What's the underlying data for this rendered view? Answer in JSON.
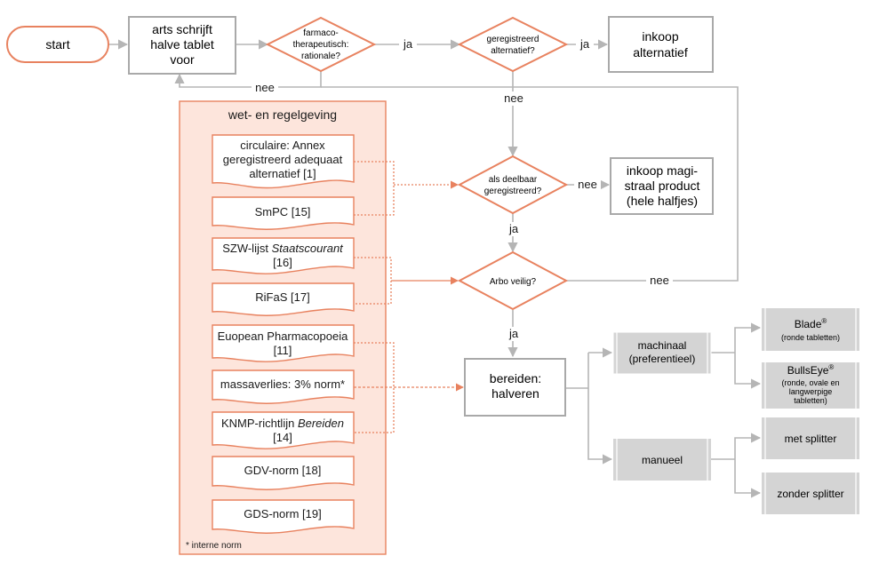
{
  "colors": {
    "accent": "#e8825f",
    "accent_fill": "#fbe2d9",
    "panel_fill": "#fde5dc",
    "gray_line": "#b5b5b5",
    "gray_box": "#a9a9a9",
    "gray_fill": "#d4d4d4",
    "text": "#1a1a1a"
  },
  "nodes": {
    "start": "start",
    "prescribe": [
      "arts schrijft",
      "halve tablet",
      "voor"
    ],
    "rationale": [
      "farmaco-",
      "therapeutisch:",
      "rationale?"
    ],
    "registered_alt": [
      "geregistreerd",
      "alternatief?"
    ],
    "buy_alt": [
      "inkoop",
      "alternatief"
    ],
    "divisible": [
      "als deelbaar",
      "geregistreerd?"
    ],
    "buy_magistral": [
      "inkoop magi-",
      "straal product",
      "(hele halfjes)"
    ],
    "arbo": "Arbo veilig?",
    "prepare": [
      "bereiden:",
      "halveren"
    ],
    "machine": [
      "machinaal",
      "(preferentieel)"
    ],
    "manual": "manueel",
    "blade": {
      "name": "Blade",
      "sup": "®",
      "sub": [
        "(ronde tabletten)"
      ]
    },
    "bullseye": {
      "name": "BullsEye",
      "sup": "®",
      "sub": [
        "(ronde, ovale en",
        "langwerpige",
        "tabletten)"
      ]
    },
    "with_splitter": "met splitter",
    "without_splitter": "zonder splitter"
  },
  "edge_labels": {
    "ja": "ja",
    "nee": "nee"
  },
  "panel": {
    "title": "wet- en regelgeving",
    "footnote": "* interne norm",
    "docs": {
      "circulaire": [
        "circulaire: Annex",
        "geregistreerd adequaat",
        "alternatief [1]"
      ],
      "smpc": "SmPC [15]",
      "szw_prefix": "SZW-lijst ",
      "szw_italic": "Staatscourant",
      "szw_ref": "[16]",
      "rifas": "RiFaS [17]",
      "pharmacopoeia": [
        "Euopean Pharmacopoeia",
        "[11]"
      ],
      "massaverlies": "massaverlies: 3% norm*",
      "knmp_prefix": "KNMP-richtlijn ",
      "knmp_italic": "Bereiden",
      "knmp_ref": "[14]",
      "gdv": "GDV-norm [18]",
      "gds": "GDS-norm [19]"
    }
  }
}
